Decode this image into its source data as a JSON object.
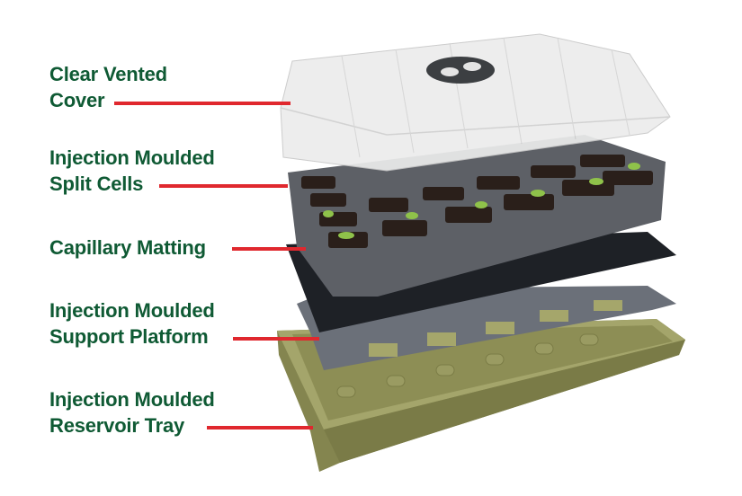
{
  "diagram": {
    "type": "exploded-product-view",
    "subject": "seed propagator kit",
    "accent_colors": {
      "label_text": "#0f5a34",
      "leader_line": "#e0282e",
      "cover": "#e6e6e6",
      "cells": "#5d6066",
      "soil": "#2a1f1a",
      "seedling": "#8fc24a",
      "matting": "#1e2126",
      "platform": "#6b7079",
      "reservoir_tray": "#8f8f5a"
    },
    "components": [
      {
        "id": "cover",
        "line1": "Clear Vented",
        "line2": "Cover"
      },
      {
        "id": "cells",
        "line1": "Injection Moulded",
        "line2": "Split Cells"
      },
      {
        "id": "matting",
        "line1": "Capillary Matting",
        "line2": ""
      },
      {
        "id": "platform",
        "line1": "Injection Moulded",
        "line2": "Support Platform"
      },
      {
        "id": "tray",
        "line1": "Injection Moulded",
        "line2": "Reservoir Tray"
      }
    ]
  }
}
